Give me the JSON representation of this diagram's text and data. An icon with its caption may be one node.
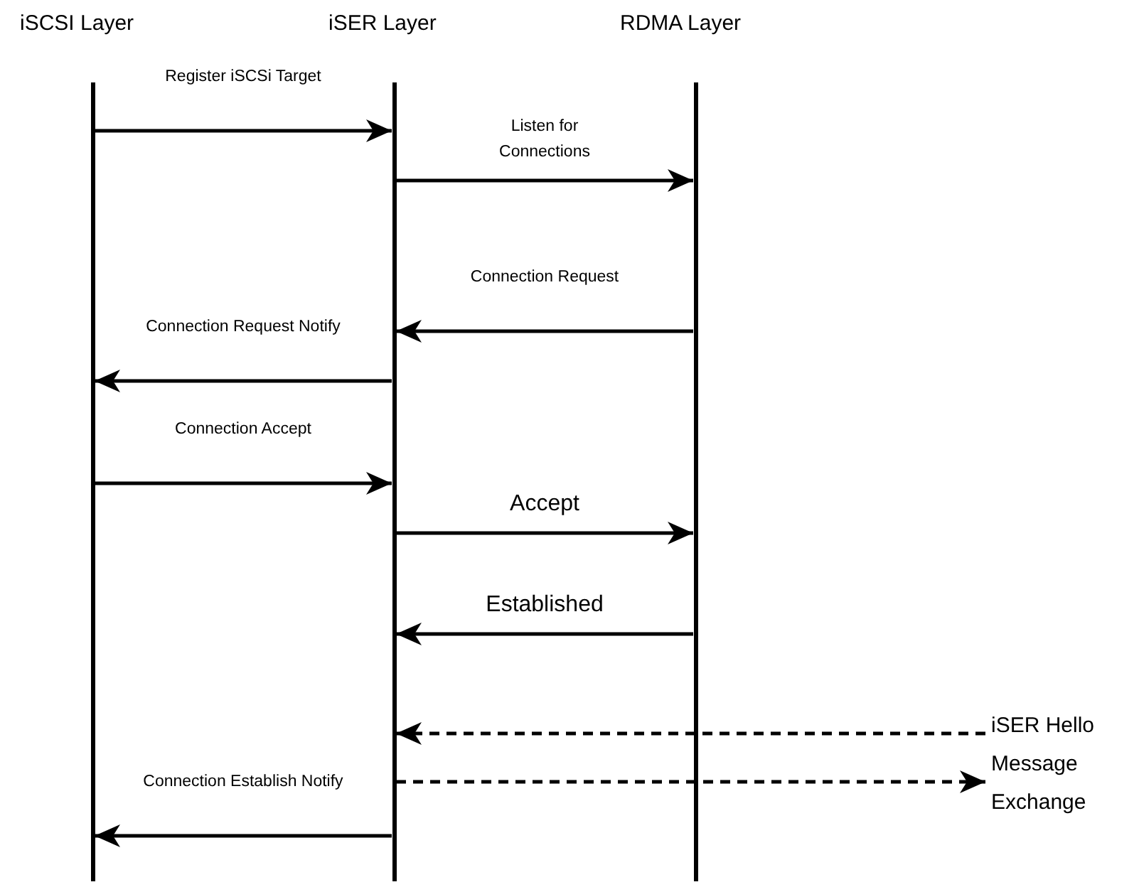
{
  "diagram": {
    "nodes": [
      {
        "text": [
          "iSCSI Layer"
        ]
      },
      {
        "text": [
          "iSER Layer"
        ]
      },
      {
        "text": [
          "RDMA Layer"
        ]
      },
      {
        "text": [
          "iSER Hello Message Exchange"
        ]
      }
    ],
    "edges": [
      {
        "from": 0,
        "to": 1,
        "arrow": "to",
        "label": "Register iSCSi Target"
      },
      {
        "from": 1,
        "to": 2,
        "arrow": "to",
        "label": "Listen for Connections"
      },
      {
        "from": 2,
        "to": 1,
        "arrow": "to",
        "label": "Connection Request"
      },
      {
        "from": 1,
        "to": 0,
        "arrow": "to",
        "label": "Connection Request Notify"
      },
      {
        "from": 0,
        "to": 1,
        "arrow": "to",
        "label": "Connection Accept"
      },
      {
        "from": 1,
        "to": 2,
        "arrow": "to",
        "label": "Accept"
      },
      {
        "from": 2,
        "to": 1,
        "arrow": "to",
        "label": "Established"
      },
      {
        "from": 3,
        "to": 1,
        "arrow": "to",
        "style": "dashed"
      },
      {
        "from": 1,
        "to": 3,
        "arrow": "to",
        "style": "dashed"
      },
      {
        "from": 1,
        "to": 0,
        "arrow": "to",
        "label": "Connection Establish Notify"
      }
    ]
  }
}
